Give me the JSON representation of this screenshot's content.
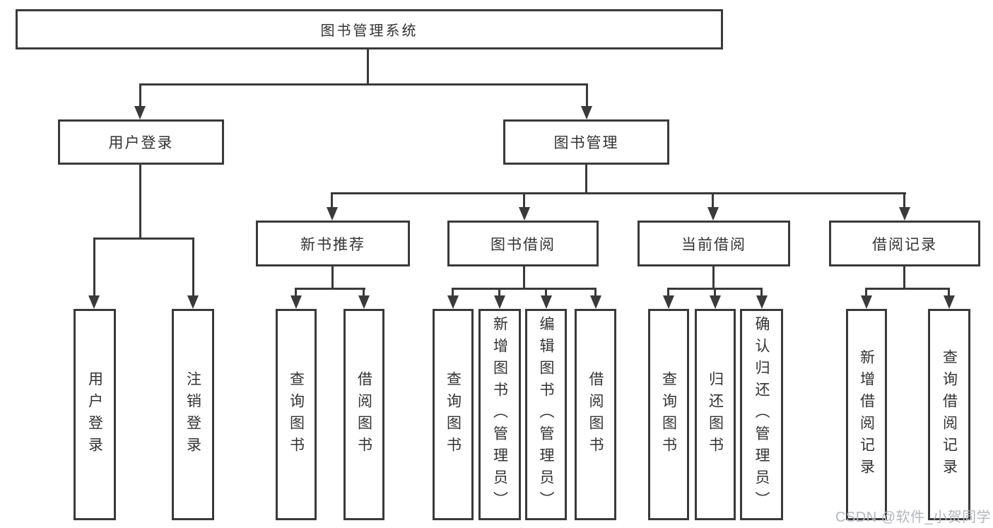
{
  "diagram": {
    "type": "tree-hierarchy",
    "colors": {
      "line": "#3a3a3a",
      "text": "#333333",
      "background": "#ffffff",
      "watermark_text": "#b3b7bd"
    },
    "root": {
      "label": "图书管理系统"
    },
    "level2": {
      "user_login": {
        "label": "用户登录"
      },
      "book_mgmt": {
        "label": "图书管理"
      }
    },
    "level3": {
      "new_book": {
        "label": "新书推荐"
      },
      "borrow": {
        "label": "图书借阅"
      },
      "current": {
        "label": "当前借阅"
      },
      "records": {
        "label": "借阅记录"
      }
    },
    "leaves": {
      "login": {
        "label": "用户登录",
        "parent": "用户登录"
      },
      "logout": {
        "label": "注销登录",
        "parent": "用户登录"
      },
      "nb_query": {
        "label": "查询图书",
        "parent": "新书推荐"
      },
      "nb_borrow": {
        "label": "借阅图书",
        "parent": "新书推荐"
      },
      "bw_query": {
        "label": "查询图书",
        "parent": "图书借阅"
      },
      "bw_add": {
        "label": "新增图书（管理员）",
        "parent": "图书借阅"
      },
      "bw_edit": {
        "label": "编辑图书（管理员）",
        "parent": "图书借阅"
      },
      "bw_borrow": {
        "label": "借阅图书",
        "parent": "图书借阅"
      },
      "cur_query": {
        "label": "查询图书",
        "parent": "当前借阅"
      },
      "cur_return": {
        "label": "归还图书",
        "parent": "当前借阅"
      },
      "cur_confirm": {
        "label": "确认归还（管理员）",
        "parent": "当前借阅"
      },
      "rec_add": {
        "label": "新增借阅记录",
        "parent": "借阅记录"
      },
      "rec_query": {
        "label": "查询借阅记录",
        "parent": "借阅记录"
      }
    },
    "watermark": "CSDN @软件_小贺同学"
  }
}
